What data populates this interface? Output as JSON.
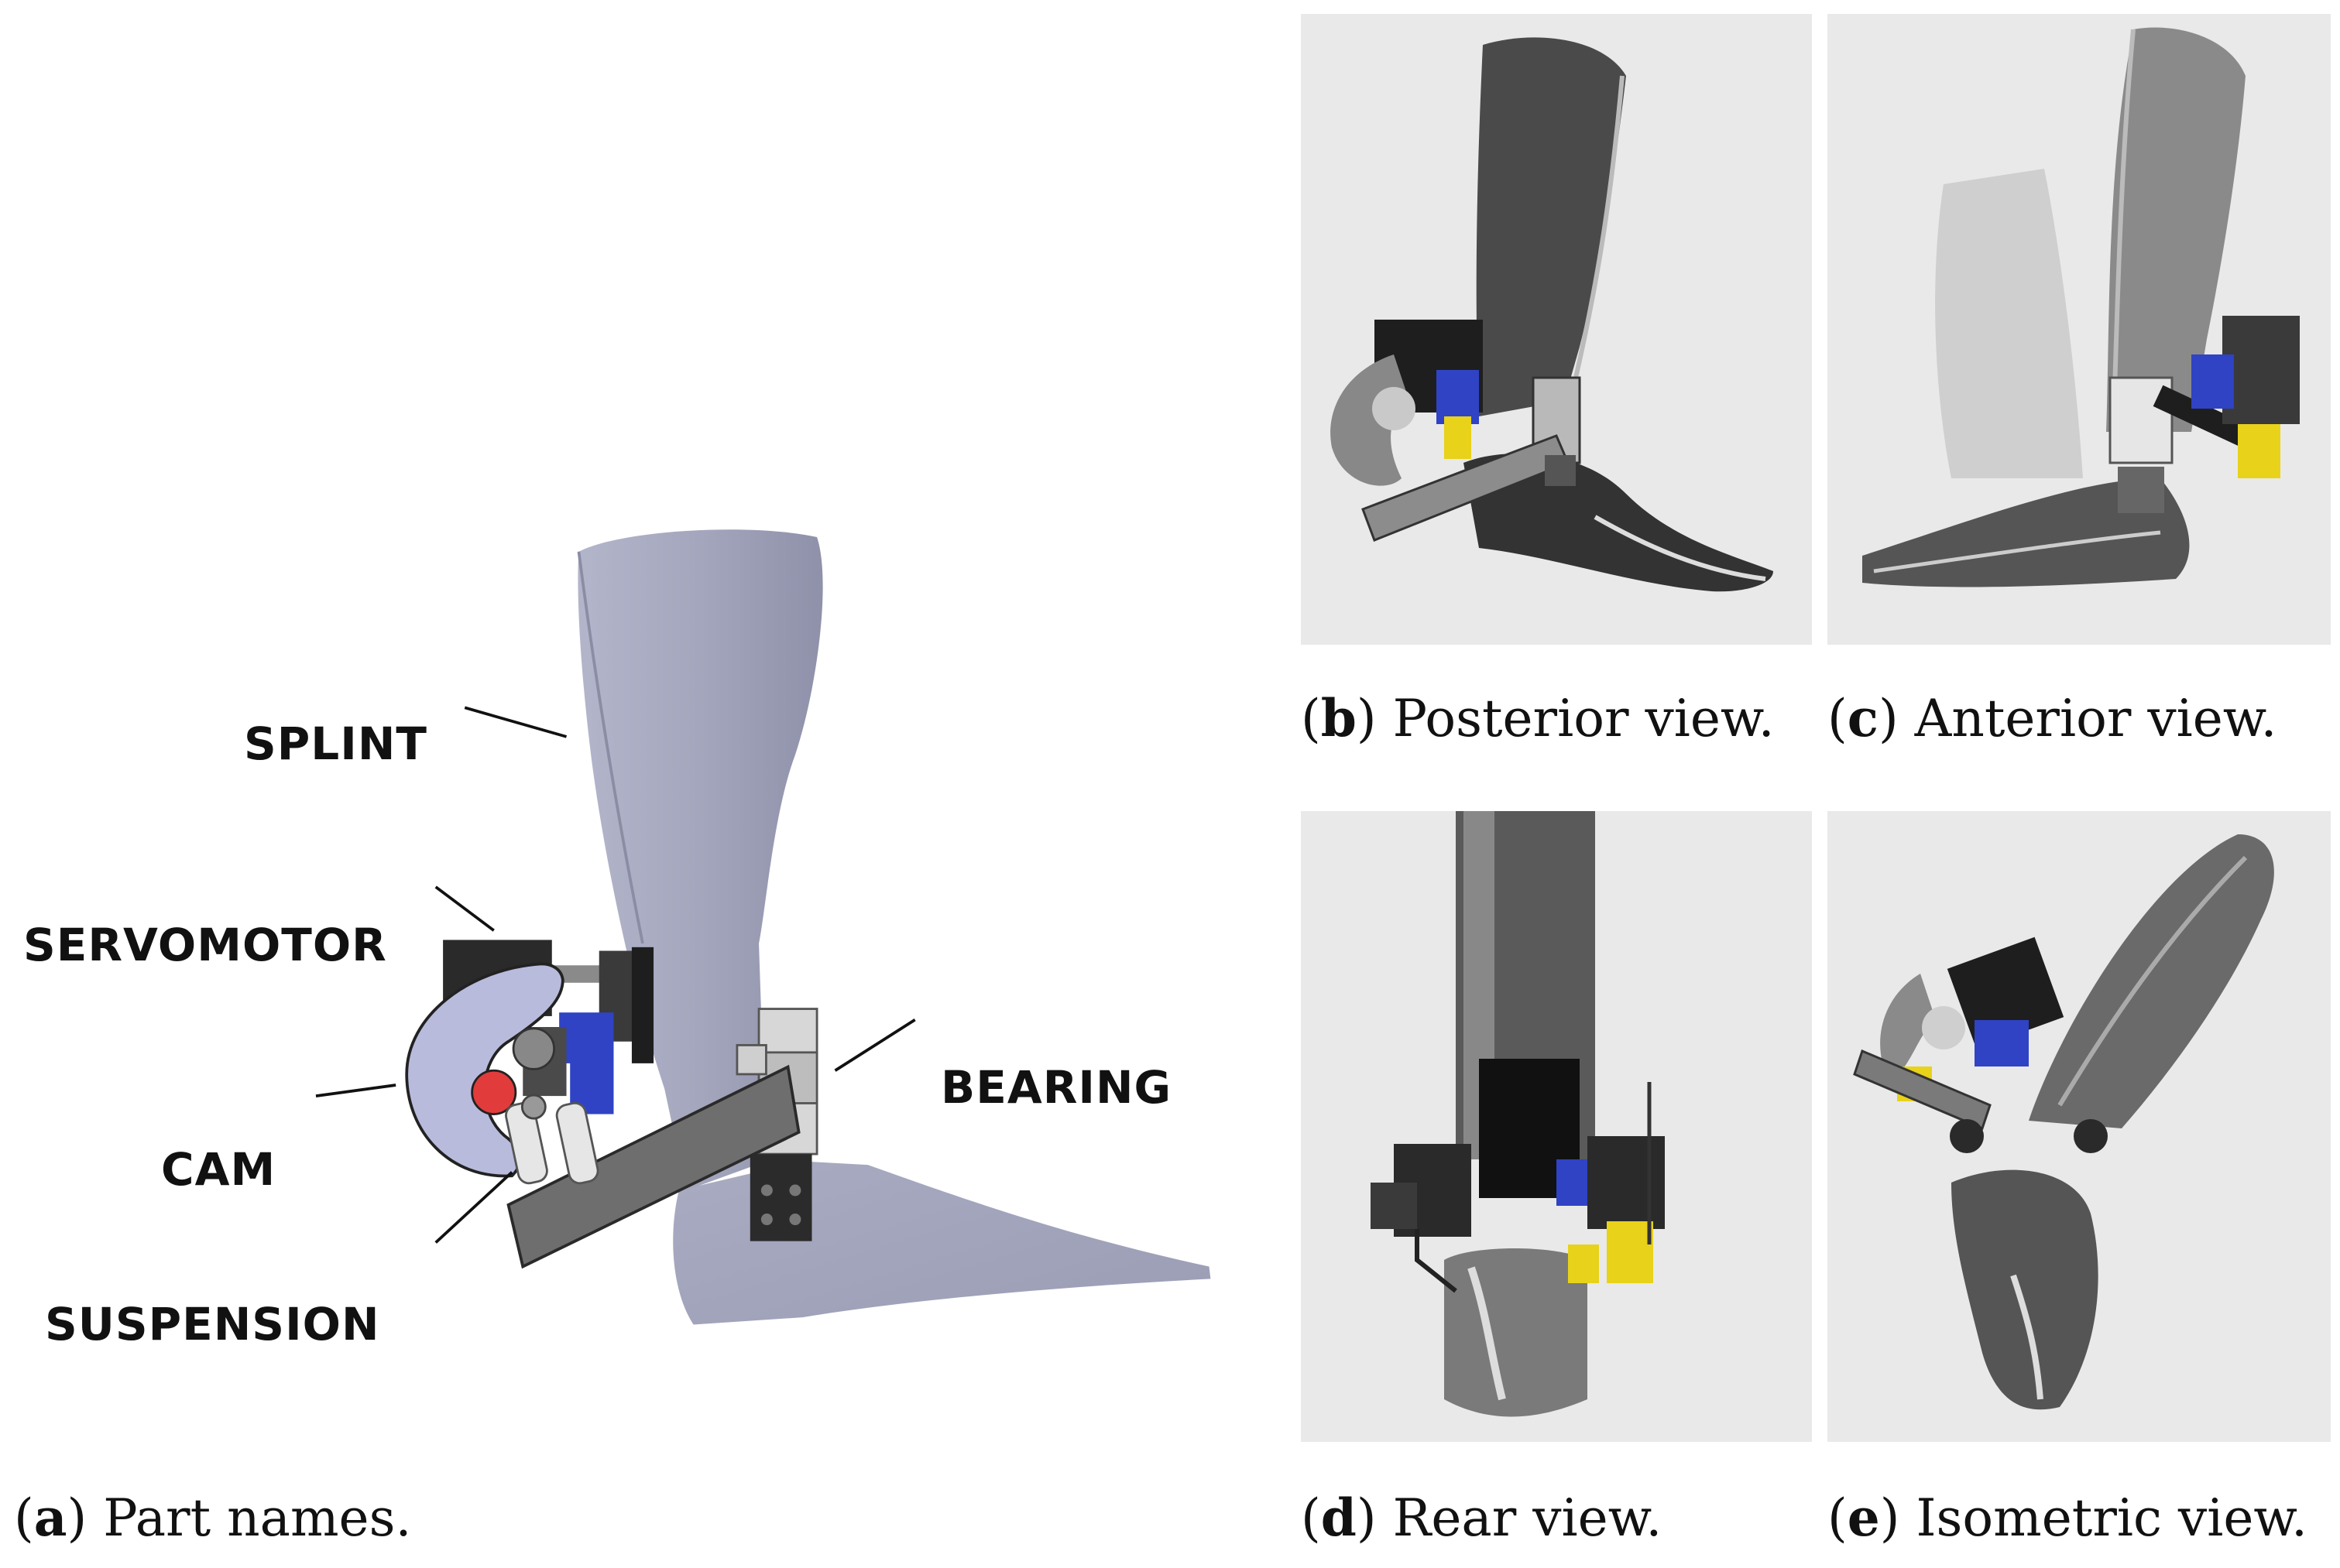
{
  "panels": {
    "a": {
      "letter": "a",
      "caption": "Part names.",
      "labels": {
        "splint": "SPLINT",
        "servomotor": "SERVOMOTOR",
        "cam": "CAM",
        "suspension": "SUSPENSION",
        "bearing": "BEARING"
      }
    },
    "b": {
      "letter": "b",
      "caption": "Posterior view."
    },
    "c": {
      "letter": "c",
      "caption": "Anterior view."
    },
    "d": {
      "letter": "d",
      "caption": "Rear view."
    },
    "e": {
      "letter": "e",
      "caption": "Isometric view."
    }
  },
  "colors": {
    "splint_main": "#a4a6bd",
    "cam": "#b8bbdc",
    "cam_dot": "#e23b3b",
    "servo_blue": "#2f43c4",
    "yellow_part": "#e8d21a",
    "render_bg": "#e9e9e9"
  }
}
